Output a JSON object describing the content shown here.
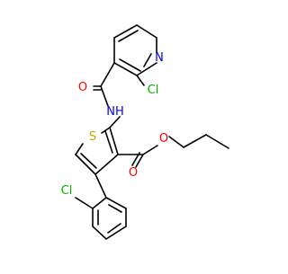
{
  "molecule": {
    "atoms": {
      "o_amide": "O",
      "nh": "NH",
      "cl_pyridine": "Cl",
      "n_pyridine": "N",
      "s_thiophene": "S",
      "o_carbonyl": "O",
      "o_ester": "O",
      "cl_phenyl": "Cl"
    }
  },
  "colors": {
    "bond": "#000000",
    "oxygen": "#ff0000",
    "nitrogen": "#0000ff",
    "chlorine": "#00b000",
    "sulfur": "#c8a800"
  }
}
